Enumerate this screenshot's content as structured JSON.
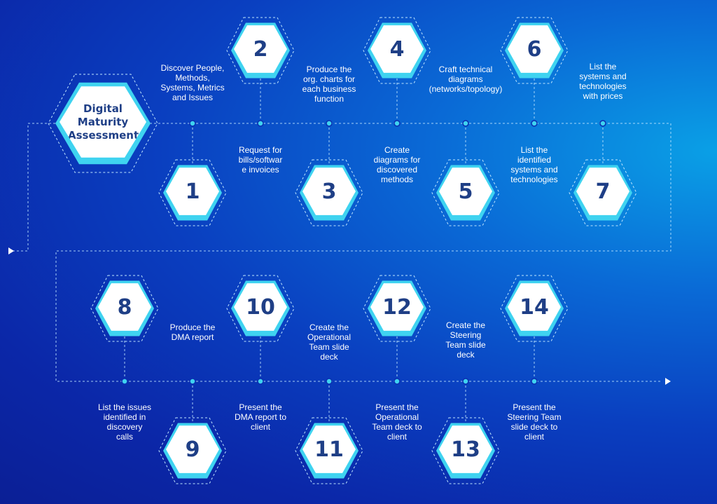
{
  "title": "Digital Maturity Assessment",
  "steps": [
    {
      "num": "1",
      "label": "Discover People, Methods, Systems, Metrics and Issues"
    },
    {
      "num": "2",
      "label": "Request for bills/software invoices"
    },
    {
      "num": "3",
      "label": "Produce the org. charts for each business function"
    },
    {
      "num": "4",
      "label": "Create diagrams for discovered methods"
    },
    {
      "num": "5",
      "label": "Craft technical diagrams (networks/topology)"
    },
    {
      "num": "6",
      "label": "List the identified systems and technologies"
    },
    {
      "num": "7",
      "label": "List the systems and technologies with prices"
    },
    {
      "num": "8",
      "label": "List the issues identified in discovery calls"
    },
    {
      "num": "9",
      "label": "Produce the DMA report"
    },
    {
      "num": "10",
      "label": "Present the DMA report to client"
    },
    {
      "num": "11",
      "label": "Create the Operational Team slide deck"
    },
    {
      "num": "12",
      "label": "Present the Operational Team deck to client"
    },
    {
      "num": "13",
      "label": "Create the Steering Team slide deck"
    },
    {
      "num": "14",
      "label": "Present the Steering Team slide deck to client"
    }
  ],
  "label_lines": {
    "1": [
      "Discover People,",
      "Methods,",
      "Systems, Metrics",
      "and Issues"
    ],
    "2": [
      "Request for",
      "bills/softwar",
      "e invoices"
    ],
    "3": [
      "Produce the",
      "org. charts for",
      "each business",
      "function"
    ],
    "4": [
      "Create",
      "diagrams for",
      "discovered",
      "methods"
    ],
    "5": [
      "Craft technical",
      "diagrams",
      "(networks/topology)"
    ],
    "6": [
      "List the",
      "identified",
      "systems and",
      "technologies"
    ],
    "7": [
      "List the",
      "systems and",
      "technologies",
      "with prices"
    ],
    "8": [
      "List the issues",
      "identified in",
      "discovery",
      "calls"
    ],
    "9": [
      "Produce the",
      "DMA report"
    ],
    "10": [
      "Present the",
      "DMA report to",
      "client"
    ],
    "11": [
      "Create the",
      "Operational",
      "Team slide",
      "deck"
    ],
    "12": [
      "Present the",
      "Operational",
      "Team deck to",
      "client"
    ],
    "13": [
      "Create the",
      "Steering",
      "Team slide",
      "deck"
    ],
    "14": [
      "Present the",
      "Steering Team",
      "slide deck to",
      "client"
    ]
  },
  "colors": {
    "accent": "#3fd3f0",
    "node_fill": "#ffffff",
    "number_text": "#1f3f86",
    "connector": "#bfe6ff"
  }
}
